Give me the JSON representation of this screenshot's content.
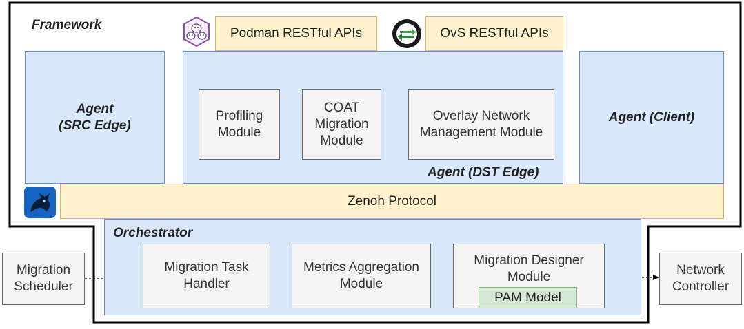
{
  "framework": {
    "label": "Framework"
  },
  "agents": {
    "src_edge": "Agent\n(SRC Edge)",
    "dst_edge": "Agent (DST Edge)",
    "client": "Agent (Client)"
  },
  "apis": {
    "podman": "Podman RESTful APIs",
    "ovs": "OvS RESTful APIs"
  },
  "modules": {
    "profiling": "Profiling\nModule",
    "coat": "COAT\nMigration\nModule",
    "overlay": "Overlay Network\nManagement Module"
  },
  "zenoh": "Zenoh Protocol",
  "orchestrator": {
    "label": "Orchestrator",
    "task_handler": "Migration Task\nHandler",
    "metrics": "Metrics Aggregation\nModule",
    "designer": "Migration Designer\nModule",
    "pam": "PAM Model"
  },
  "external": {
    "scheduler": "Migration\nScheduler",
    "controller": "Network\nController"
  },
  "colors": {
    "agent_fill": "#dae8fc",
    "module_fill": "#f5f5f5",
    "protocol_fill": "#fff2cc",
    "pam_fill": "#d5e8d4"
  },
  "icons": {
    "podman": "podman-seals-icon",
    "ovs": "ovs-arrows-icon",
    "zenoh": "zenoh-dragon-icon"
  }
}
